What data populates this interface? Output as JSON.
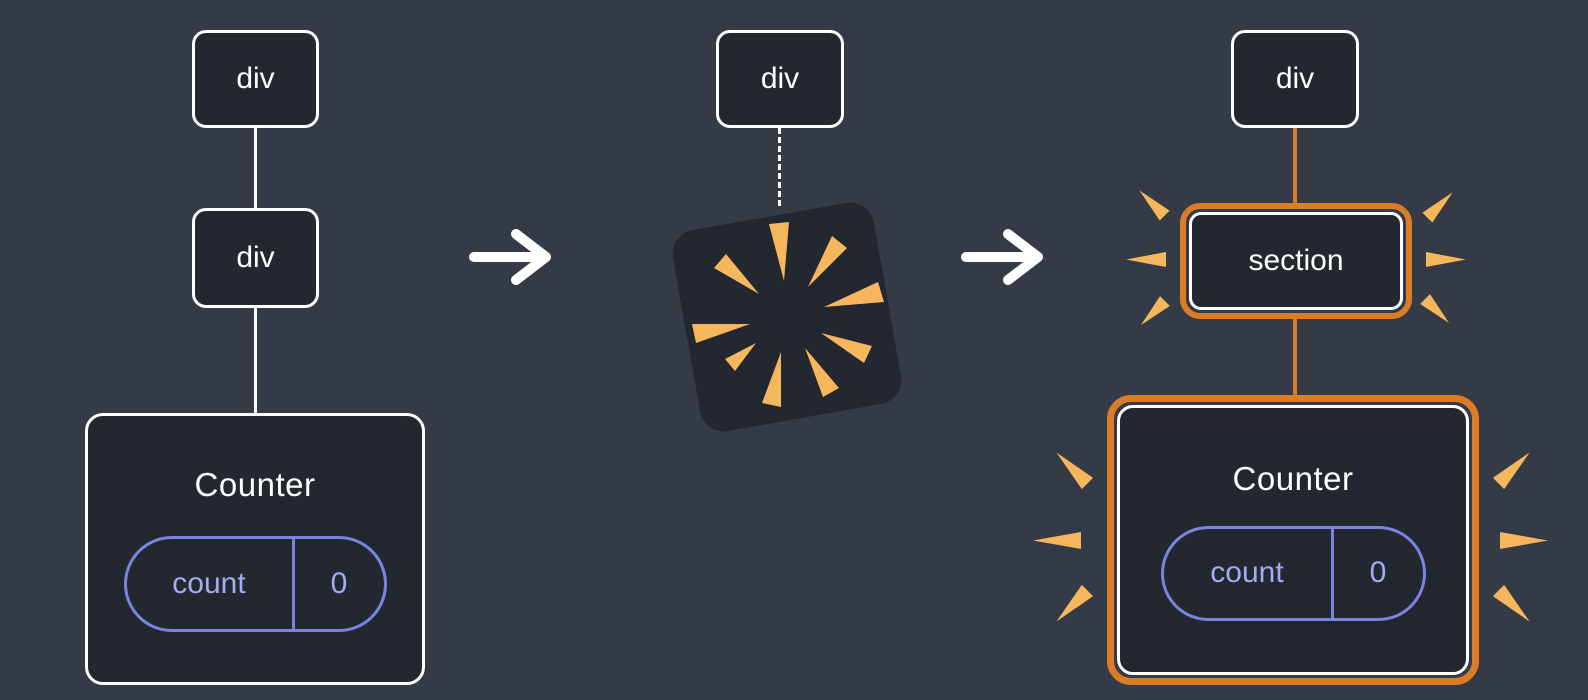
{
  "diagram": {
    "before": {
      "root_label": "div",
      "child_label": "div",
      "component_label": "Counter",
      "state": {
        "key": "count",
        "value": "0"
      }
    },
    "during": {
      "root_label": "div"
    },
    "after": {
      "root_label": "div",
      "new_child_label": "section",
      "component_label": "Counter",
      "state": {
        "key": "count",
        "value": "0"
      }
    },
    "icons": {
      "arrow": "right-arrow",
      "poof": "poof-explosion",
      "spark": "spark-wedge"
    },
    "colors": {
      "background": "#343a46",
      "node_fill": "#23272f",
      "node_border": "#ffffff",
      "highlight_orange": "#db7d27",
      "spark_orange": "#f6b75c",
      "state_border_purple": "#7b84e0",
      "state_text_purple": "#a5abf3",
      "text_white": "#ffffff"
    }
  }
}
